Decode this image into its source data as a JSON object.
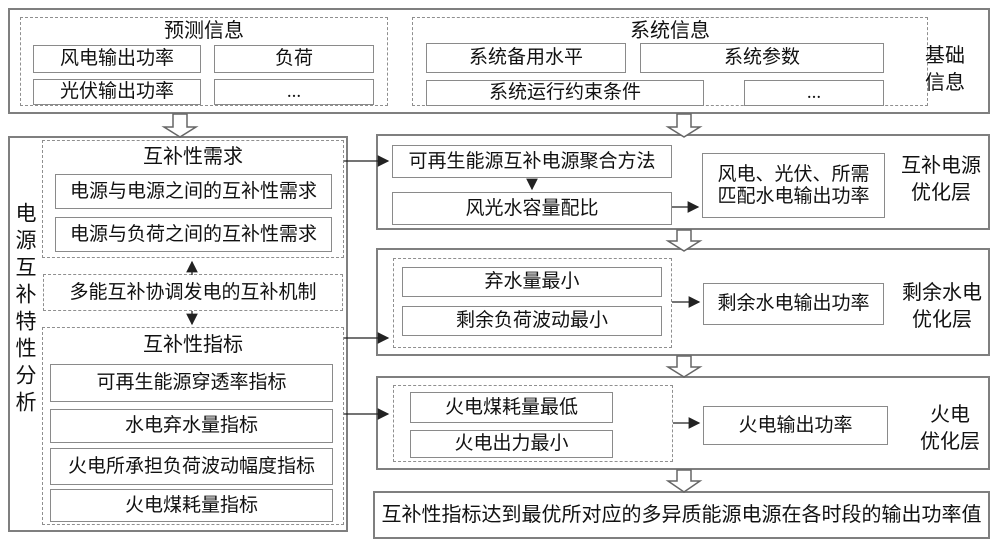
{
  "top": {
    "group_label": "基础\n信息",
    "prediction": {
      "title": "预测信息",
      "items": [
        "风电输出功率",
        "负荷",
        "光伏输出功率",
        "..."
      ]
    },
    "system": {
      "title": "系统信息",
      "items": [
        "系统备用水平",
        "系统参数",
        "系统运行约束条件",
        "..."
      ]
    }
  },
  "left": {
    "vertical_label": "电源互补特性分析",
    "demand": {
      "title": "互补性需求",
      "items": [
        "电源与电源之间的互补性需求",
        "电源与负荷之间的互补性需求"
      ]
    },
    "mechanism": "多能互补协调发电的互补机制",
    "index": {
      "title": "互补性指标",
      "items": [
        "可再生能源穿透率指标",
        "水电弃水量指标",
        "火电所承担负荷波动幅度指标",
        "火电煤耗量指标"
      ]
    }
  },
  "layer1": {
    "label": "互补电源\n优化层",
    "method": "可再生能源互补电源聚合方法",
    "ratio": "风光水容量配比",
    "output": "风电、光伏、所需\n匹配水电输出功率"
  },
  "layer2": {
    "label": "剩余水电\n优化层",
    "objectives": [
      "弃水量最小",
      "剩余负荷波动最小"
    ],
    "output": "剩余水电输出功率"
  },
  "layer3": {
    "label": "火电\n优化层",
    "objectives": [
      "火电煤耗量最低",
      "火电出力最小"
    ],
    "output": "火电输出功率"
  },
  "result": "互补性指标达到最优所对应的多异质能源电源在各时段的输出功率值",
  "colors": {
    "border": "#7f7f7f",
    "dashed_border": "#8f8f8f",
    "text": "#111111",
    "background": "#ffffff"
  }
}
